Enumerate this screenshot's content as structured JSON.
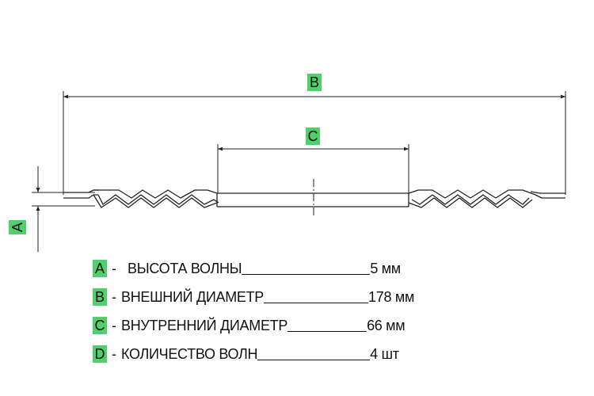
{
  "dimension_tags": {
    "a": "A",
    "b": "B",
    "c": "C"
  },
  "colors": {
    "tag_fill": "#4fd06a",
    "line": "#222222"
  },
  "legend": [
    {
      "key": "A",
      "dash": "-",
      "name": "ВЫСОТА ВОЛНЫ",
      "value": "5 мм"
    },
    {
      "key": "B",
      "dash": "-",
      "name": "ВНЕШНИЙ ДИАМЕТР",
      "value": "178 мм"
    },
    {
      "key": "C",
      "dash": "-",
      "name": "ВНУТРЕННИЙ ДИАМЕТР",
      "value": "66 мм"
    },
    {
      "key": "D",
      "dash": "-",
      "name": "КОЛИЧЕСТВО ВОЛН",
      "value": "4 шт"
    }
  ]
}
